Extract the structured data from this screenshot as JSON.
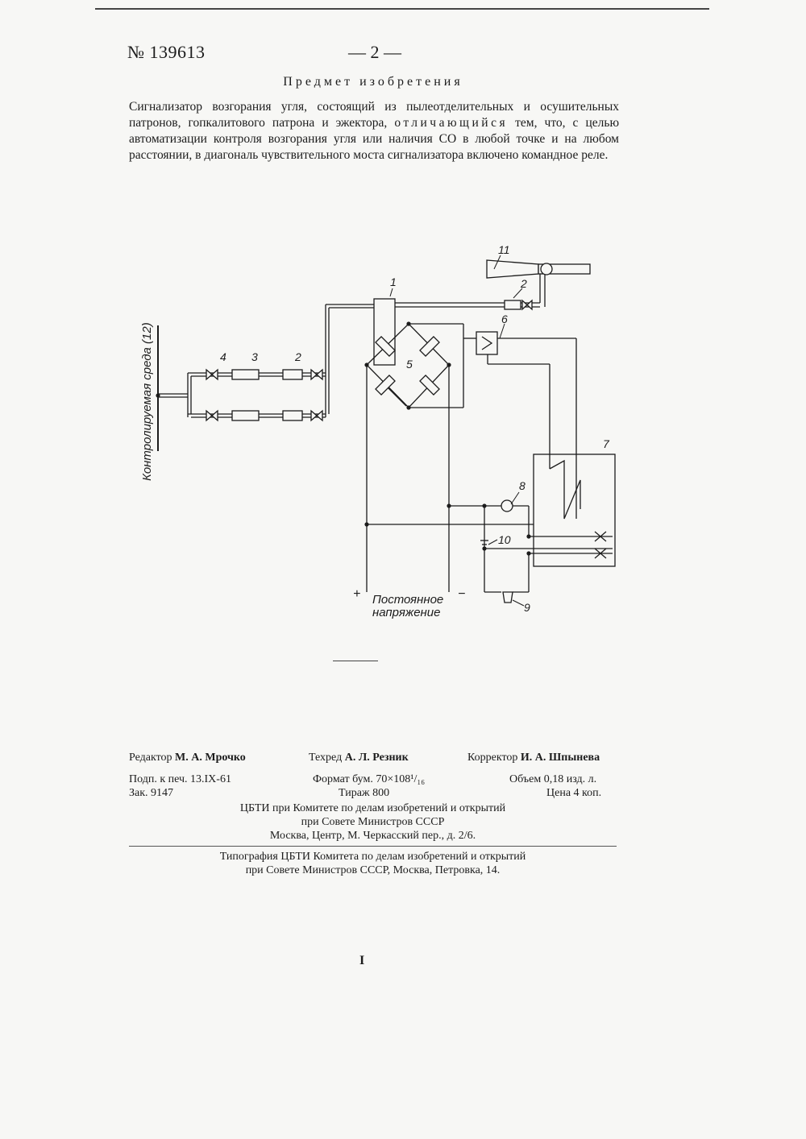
{
  "header": {
    "patent_number": "№ 139613",
    "page_label": "— 2 —"
  },
  "section_title": "Предмет изобретения",
  "claim": {
    "before": "Сигнализатор возгорания угля, состоящий из пылеотделительных и осушительных патронов, гопкалитового патрона и эжектора,",
    "spaced": "отличающийся",
    "after": "тем, что, с целью автоматизации контроля возгорания угля или наличия СО в любой точке и на любом расстоянии, в диагональ чувствительного моста сигнализатора включено командное реле."
  },
  "diagram": {
    "side_label": "Контролируемая среда (12)",
    "numbers": [
      "1",
      "2",
      "2",
      "3",
      "4",
      "5",
      "6",
      "7",
      "8",
      "9",
      "10",
      "11"
    ],
    "plus": "+",
    "minus": "−",
    "supply_line1": "Постоянное",
    "supply_line2": "напряжение"
  },
  "imprint": {
    "editor_label": "Редактор",
    "editor_name": "М. А. Мрочко",
    "techred_label": "Техред",
    "techred_name": "А. Л. Резник",
    "corrector_label": "Корректор",
    "corrector_name": "И. А. Шпынева",
    "signed": "Подп. к печ. 13.IX-61",
    "format": "Формат бум. 70×108¹/₁₆",
    "volume": "Объем 0,18 изд. л.",
    "order": "Зак. 9147",
    "run": "Тираж 800",
    "price": "Цена 4 коп.",
    "org_line1": "ЦБТИ при Комитете по делам изобретений и открытий",
    "org_line2": "при Совете Министров СССР",
    "org_line3": "Москва, Центр, М. Черкасский пер., д. 2/6.",
    "print_line1": "Типография ЦБТИ Комитета по делам изобретений и открытий",
    "print_line2": "при Совете Министров СССР, Москва, Петровка, 14."
  },
  "bottom_mark": "I"
}
